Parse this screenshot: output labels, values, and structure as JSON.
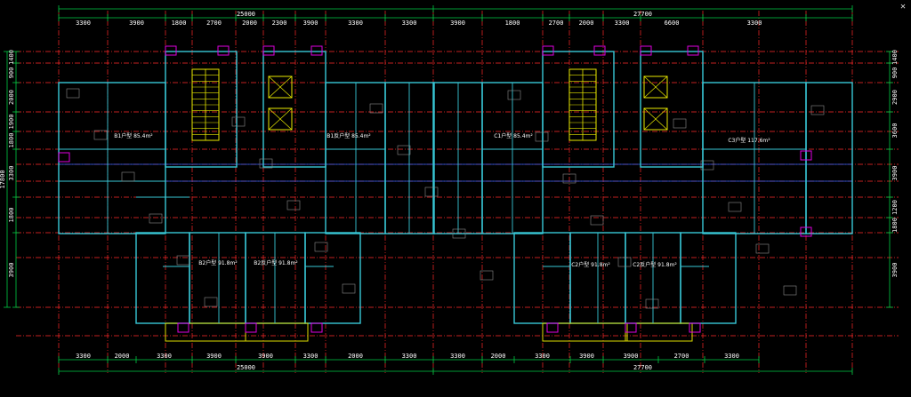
{
  "dims": {
    "top_total": [
      "25000",
      "27700"
    ],
    "top_segments": [
      "3300",
      "3900",
      "1800",
      "2700",
      "2000",
      "2300",
      "3900",
      "3300",
      "3300",
      "3900",
      "1800",
      "2700",
      "2000",
      "3300",
      "6600",
      "3300"
    ],
    "bottom_total": [
      "25000",
      "27700"
    ],
    "bottom_segments": [
      "3300",
      "2000",
      "3300",
      "3900",
      "3900",
      "3300",
      "2000",
      "3300",
      "3300",
      "2000",
      "3300",
      "3900",
      "3900",
      "2700",
      "3300"
    ],
    "left_segments": [
      "1400",
      "900",
      "2000",
      "1900",
      "1800",
      "3300",
      "1800",
      "3900"
    ],
    "left_total": "17800",
    "right_segments": [
      "1400",
      "900",
      "2900",
      "3600",
      "3900",
      "1200",
      "1800",
      "3900"
    ]
  },
  "units": [
    {
      "label": "B1户型 85.4m²"
    },
    {
      "label": "B1反户型 85.4m²"
    },
    {
      "label": "C1户型 85.4m²"
    },
    {
      "label": "C3户型 117.6m²"
    },
    {
      "label": "B2户型 91.8m²"
    },
    {
      "label": "B2反户型 91.8m²"
    },
    {
      "label": "C2户型 91.8m²"
    },
    {
      "label": "C2反户型 91.8m²"
    }
  ],
  "colors": {
    "background": "#000000",
    "grid_red": "#ff2a2a",
    "grid_green": "#00cc44",
    "walls": "#38c7d6",
    "stairs_yellow": "#e8e800",
    "magenta": "#e000e0",
    "blue_line": "#3366ff"
  }
}
